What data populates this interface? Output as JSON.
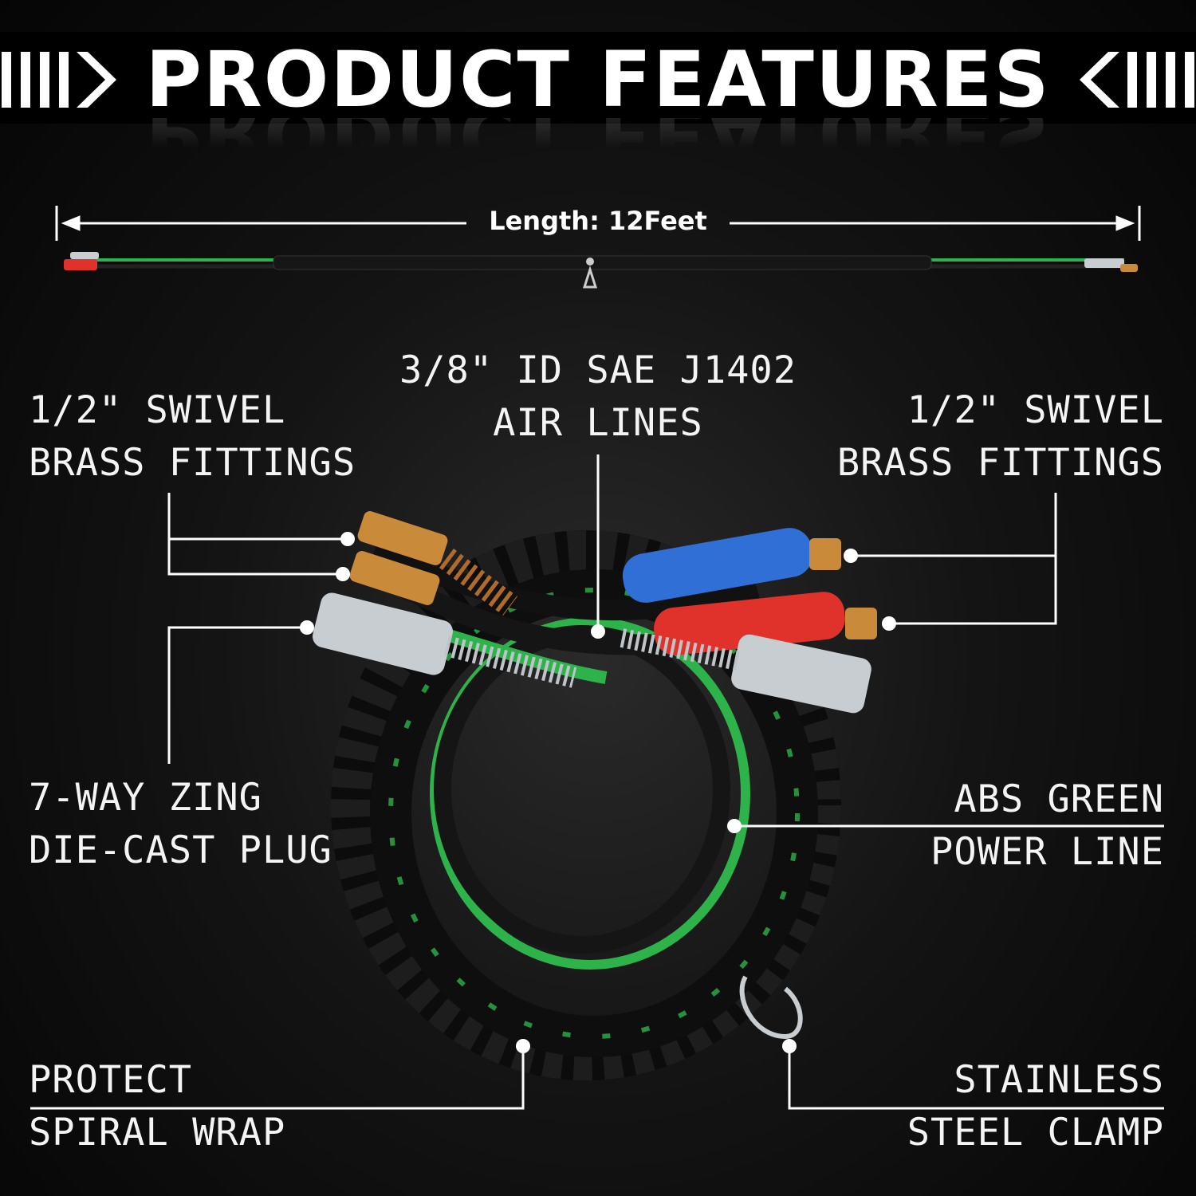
{
  "header": {
    "title": "PRODUCT FEATURES"
  },
  "length_label": "Length: 12Feet",
  "callouts": {
    "air_lines": {
      "line1": "3/8\" ID SAE J1402",
      "line2": "AIR LINES"
    },
    "brass_left": {
      "line1": "1/2\" SWIVEL",
      "line2": "BRASS FITTINGS"
    },
    "brass_right": {
      "line1": "1/2\" SWIVEL",
      "line2": "BRASS FITTINGS"
    },
    "plug": {
      "line1": "7-WAY ZING",
      "line2": "DIE-CAST PLUG"
    },
    "power_line": {
      "line1": "ABS GREEN",
      "line2": "POWER LINE"
    },
    "spiral": {
      "line1": "PROTECT",
      "line2": "SPIRAL WRAP"
    },
    "clamp": {
      "line1": "STAINLESS",
      "line2": "STEEL CLAMP"
    }
  },
  "colors": {
    "background": "#0a0a0a",
    "text": "#f4f4f4",
    "hose_black": "#111111",
    "power_green": "#2db34a",
    "handle_blue": "#2f6fd6",
    "handle_red": "#e0312b",
    "brass": "#c98a3a",
    "steel": "#c8cdd2"
  },
  "icons": [
    "double-arrow-right-icon",
    "double-arrow-left-icon"
  ]
}
